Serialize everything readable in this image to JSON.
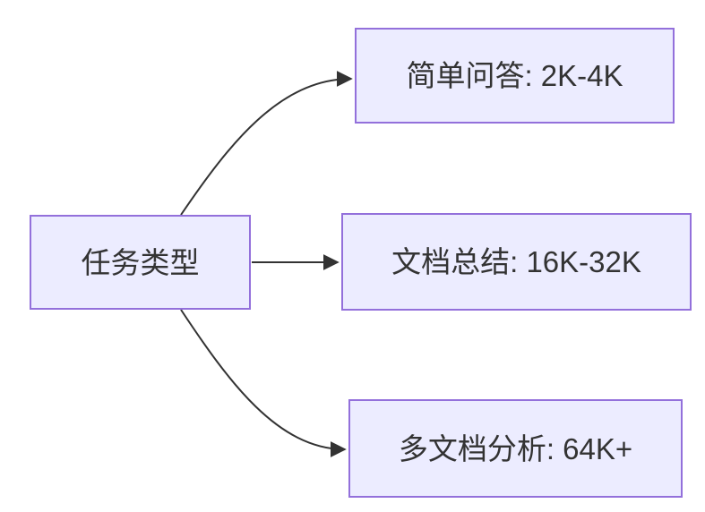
{
  "diagram": {
    "type": "flowchart-LR",
    "root_node": {
      "id": "task-type",
      "label": "任务类型"
    },
    "leaf_nodes": [
      {
        "id": "simple-qa",
        "label": "简单问答: 2K-4K"
      },
      {
        "id": "doc-summary",
        "label": "文档总结: 16K-32K"
      },
      {
        "id": "multi-doc-analysis",
        "label": "多文档分析: 64K+"
      }
    ],
    "edges": [
      {
        "from": "任务类型",
        "to": "简单问答: 2K-4K",
        "arrow": "filled-triangle"
      },
      {
        "from": "任务类型",
        "to": "文档总结: 16K-32K",
        "arrow": "filled-triangle"
      },
      {
        "from": "任务类型",
        "to": "多文档分析: 64K+",
        "arrow": "filled-triangle"
      }
    ],
    "colors": {
      "node_fill": "#ECECFF",
      "node_border": "#9370DB",
      "edge_stroke": "#333333",
      "text": "#333333",
      "canvas_background": "#FFFFFF"
    }
  }
}
